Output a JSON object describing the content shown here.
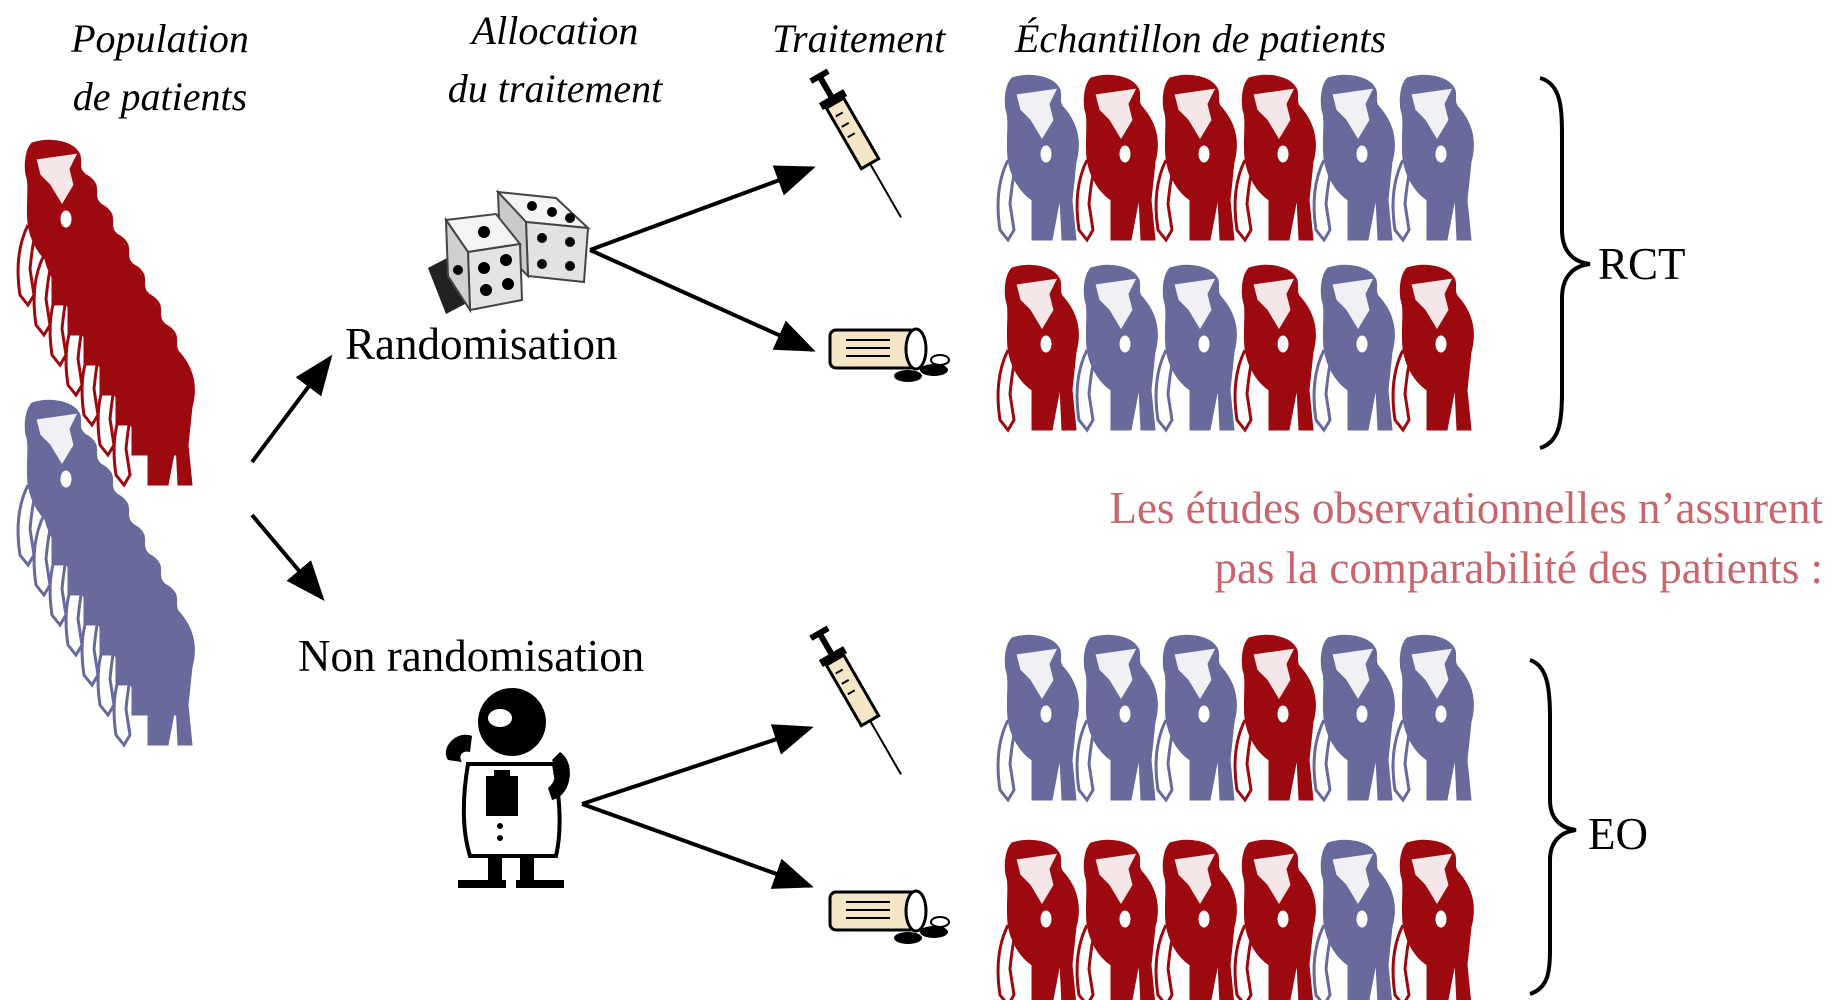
{
  "headers": {
    "population": [
      "Population",
      "de patients"
    ],
    "allocation": [
      "Allocation",
      "du traitement"
    ],
    "treatment": "Traitement",
    "sample": "Échantillon de patients"
  },
  "labels": {
    "randomisation": "Randomisation",
    "non_randomisation": "Non randomisation",
    "rct": "RCT",
    "eo": "EO"
  },
  "note": [
    "Les études observationnelles n’assurent",
    "pas la comparabilité des patients :"
  ],
  "colors": {
    "red": "#9c0a10",
    "blue": "#676a9b",
    "note": "#c8666d"
  },
  "icons": {
    "dice": "dice-icon",
    "doctor": "doctor-icon",
    "syringe": "syringe-icon",
    "pills": "pill-bottle-icon",
    "patient": "patient-icon"
  },
  "sample_rows": {
    "rct_syringe": [
      "blue",
      "red",
      "red",
      "red",
      "blue",
      "blue"
    ],
    "rct_pills": [
      "red",
      "blue",
      "blue",
      "red",
      "blue",
      "red"
    ],
    "eo_syringe": [
      "blue",
      "blue",
      "blue",
      "red",
      "blue",
      "blue"
    ],
    "eo_pills": [
      "red",
      "red",
      "red",
      "red",
      "blue",
      "red"
    ]
  }
}
